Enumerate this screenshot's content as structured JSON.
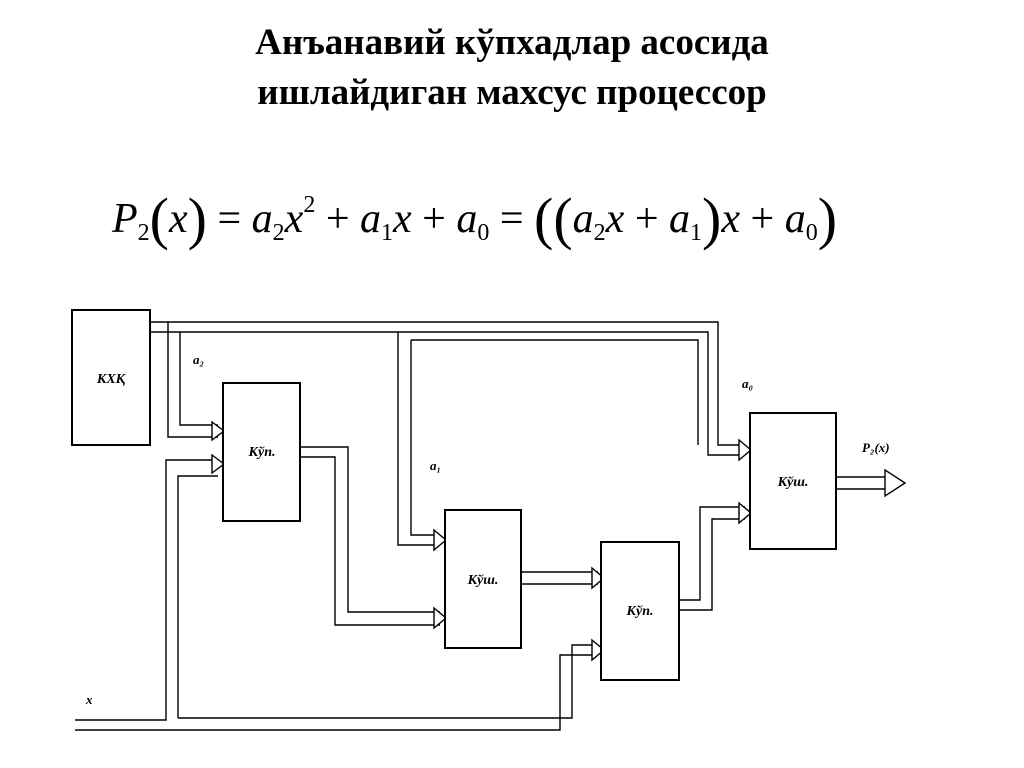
{
  "title": {
    "line1": "Анъанавий кўпхадлар асосида",
    "line2": "ишлайдиган махсус процессор"
  },
  "formula": {
    "lhs_P": "P",
    "lhs_P_sub": "2",
    "lhs_x": "x",
    "a2": "a",
    "a2_sub": "2",
    "x": "x",
    "x_sup": "2",
    "a1": "a",
    "a1_sub": "1",
    "a0": "a",
    "a0_sub": "0"
  },
  "diagram": {
    "blocks": {
      "kxk": "КХҚ",
      "mult1": "Кўп.",
      "add1": "Кўш.",
      "mult2": "Кўп.",
      "add2": "Кўш."
    },
    "signals": {
      "a2": "a₂",
      "a1": "a₁",
      "a0": "a₀",
      "x": "x",
      "output": "P₂(x)"
    }
  }
}
